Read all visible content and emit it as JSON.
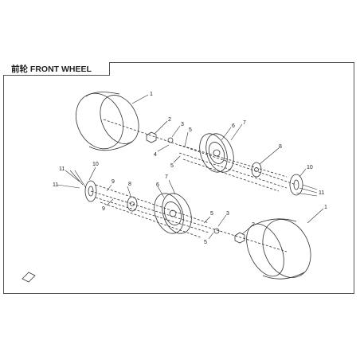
{
  "diagram": {
    "title": "前轮 FRONT WHEEL",
    "callouts": [
      "1",
      "2",
      "3",
      "4",
      "5",
      "6",
      "7",
      "8",
      "9",
      "10",
      "11"
    ]
  }
}
